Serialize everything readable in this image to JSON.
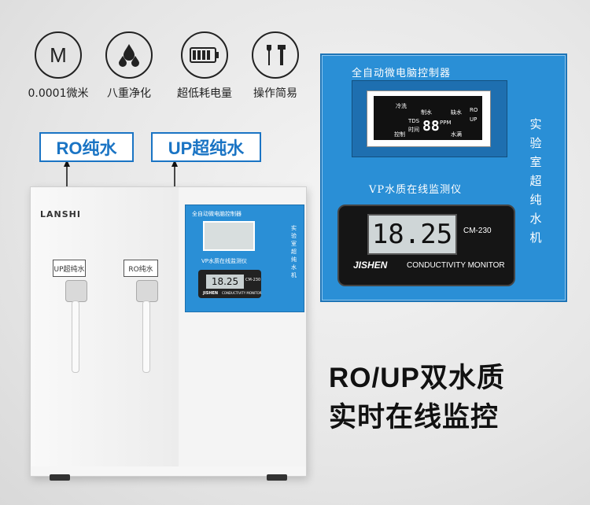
{
  "features": [
    {
      "icon": "letter-m-icon",
      "symbol": "M",
      "caption": "0.0001微米"
    },
    {
      "icon": "water-drops-icon",
      "caption": "八重净化"
    },
    {
      "icon": "battery-icon",
      "caption": "超低耗电量"
    },
    {
      "icon": "tools-icon",
      "caption": "操作简易"
    }
  ],
  "callouts": {
    "ro": "RO纯水",
    "up": "UP超纯水"
  },
  "machine": {
    "brand": "LANSHI",
    "tag_up": "UP超纯水",
    "tag_ro": "RO纯水",
    "mini_title": "全自动微电脑控制器",
    "mini_vp": "VP水质在线监测仪",
    "mini_reading": "18.25",
    "mini_model": "CM-230",
    "mini_logo": "JISHEN",
    "mini_sub": "CONDUCTIVITY MONITOR",
    "mini_vertical": "实验室超纯水机"
  },
  "panel": {
    "title": "全自动微电脑控制器",
    "lcd_labels": [
      "冷洗",
      "制水",
      "缺水",
      "RO",
      "UP",
      "控制",
      "水满",
      "TDS",
      "PPM",
      "时间"
    ],
    "lcd_value": "88",
    "vp_title": "VP水质在线监测仪",
    "reading": "18.25",
    "model": "CM-230",
    "logo": "JISHEN",
    "monitor_label": "CONDUCTIVITY MONITOR",
    "vertical_title": "实验室超纯水机"
  },
  "headline": {
    "line1": "RO/UP双水质",
    "line2": "实时在线监控"
  },
  "colors": {
    "accent": "#1a74c4",
    "panel": "#2a8fd6"
  }
}
